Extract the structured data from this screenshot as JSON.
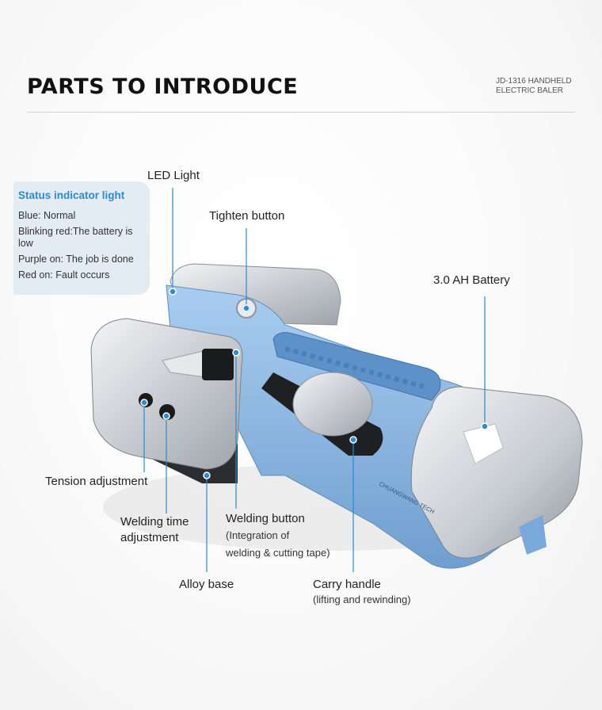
{
  "header": {
    "title": "PARTS TO INTRODUCE",
    "subtitle_line1": "JD-1316 HANDHELD",
    "subtitle_line2": "ELECTRIC BALER"
  },
  "status_box": {
    "heading": "Status indicator light",
    "items": [
      "Blue: Normal",
      "Blinking red:The battery is low",
      "Purple on: The job is done",
      "Red on: Fault occurs"
    ]
  },
  "labels": {
    "led_light": "LED Light",
    "tighten_button": "Tighten button",
    "battery": "3.0 AH Battery",
    "tension_adjustment": "Tension adjustment",
    "welding_time_line1": "Welding time",
    "welding_time_line2": "adjustment",
    "welding_button": "Welding button",
    "welding_button_sub1": "(Integration of",
    "welding_button_sub2": "welding & cutting tape)",
    "alloy_base": "Alloy base",
    "carry_handle": "Carry handle",
    "carry_handle_sub": "(lifting and rewinding)"
  },
  "device_text": {
    "brand": "CHUANGWANG TECH"
  },
  "colors": {
    "accent_blue": "#2a8bd6",
    "body_blue": "#8fb9e2",
    "silver": "#d4d8dc",
    "status_bg": "#e3ebf3"
  }
}
